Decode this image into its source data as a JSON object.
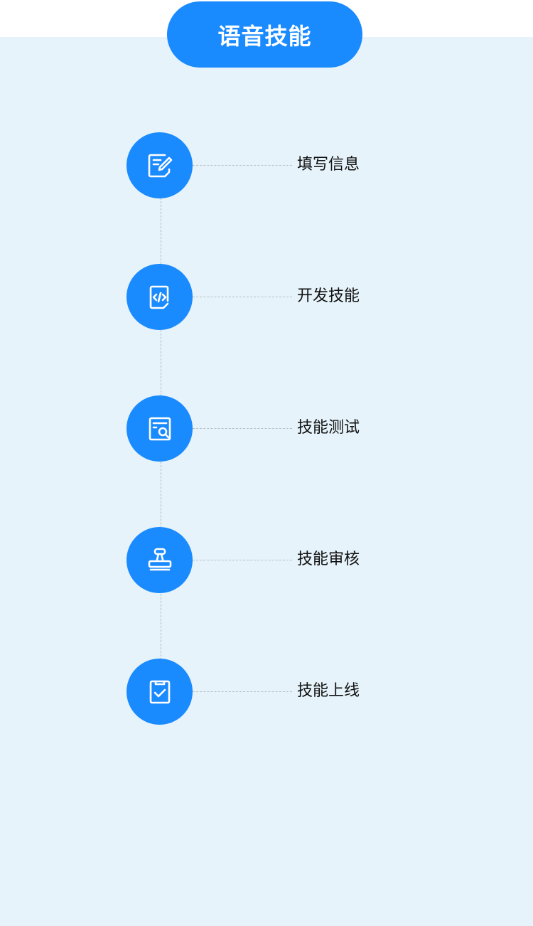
{
  "header": {
    "title": "语音技能"
  },
  "colors": {
    "accent": "#1A8AFF",
    "background": "#E6F3FA",
    "top_band": "#FFFFFF"
  },
  "steps": [
    {
      "label": "填写信息",
      "icon": "edit-document-icon"
    },
    {
      "label": "开发技能",
      "icon": "code-file-icon"
    },
    {
      "label": "技能测试",
      "icon": "document-search-icon"
    },
    {
      "label": "技能审核",
      "icon": "stamp-icon"
    },
    {
      "label": "技能上线",
      "icon": "clipboard-check-icon"
    }
  ]
}
